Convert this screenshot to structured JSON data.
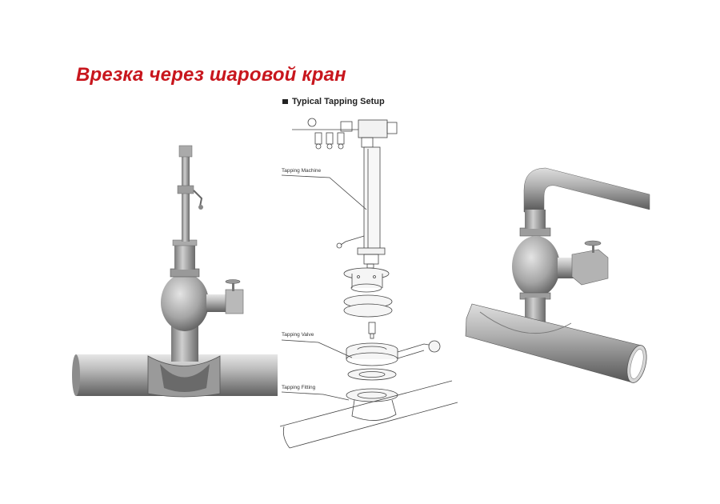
{
  "title": "Врезка через шаровой кран",
  "diagram": {
    "heading": "Typical Tapping Setup",
    "callouts": {
      "tapping_machine": "Tapping Machine",
      "tapping_valve": "Tapping Valve",
      "tapping_fitting": "Tapping Fitting"
    }
  },
  "colors": {
    "title": "#c8161d",
    "metal_light": "#d8d8d8",
    "metal_mid": "#a9a9a9",
    "metal_dark": "#6e6e6e",
    "line_drawing": "#444444"
  }
}
